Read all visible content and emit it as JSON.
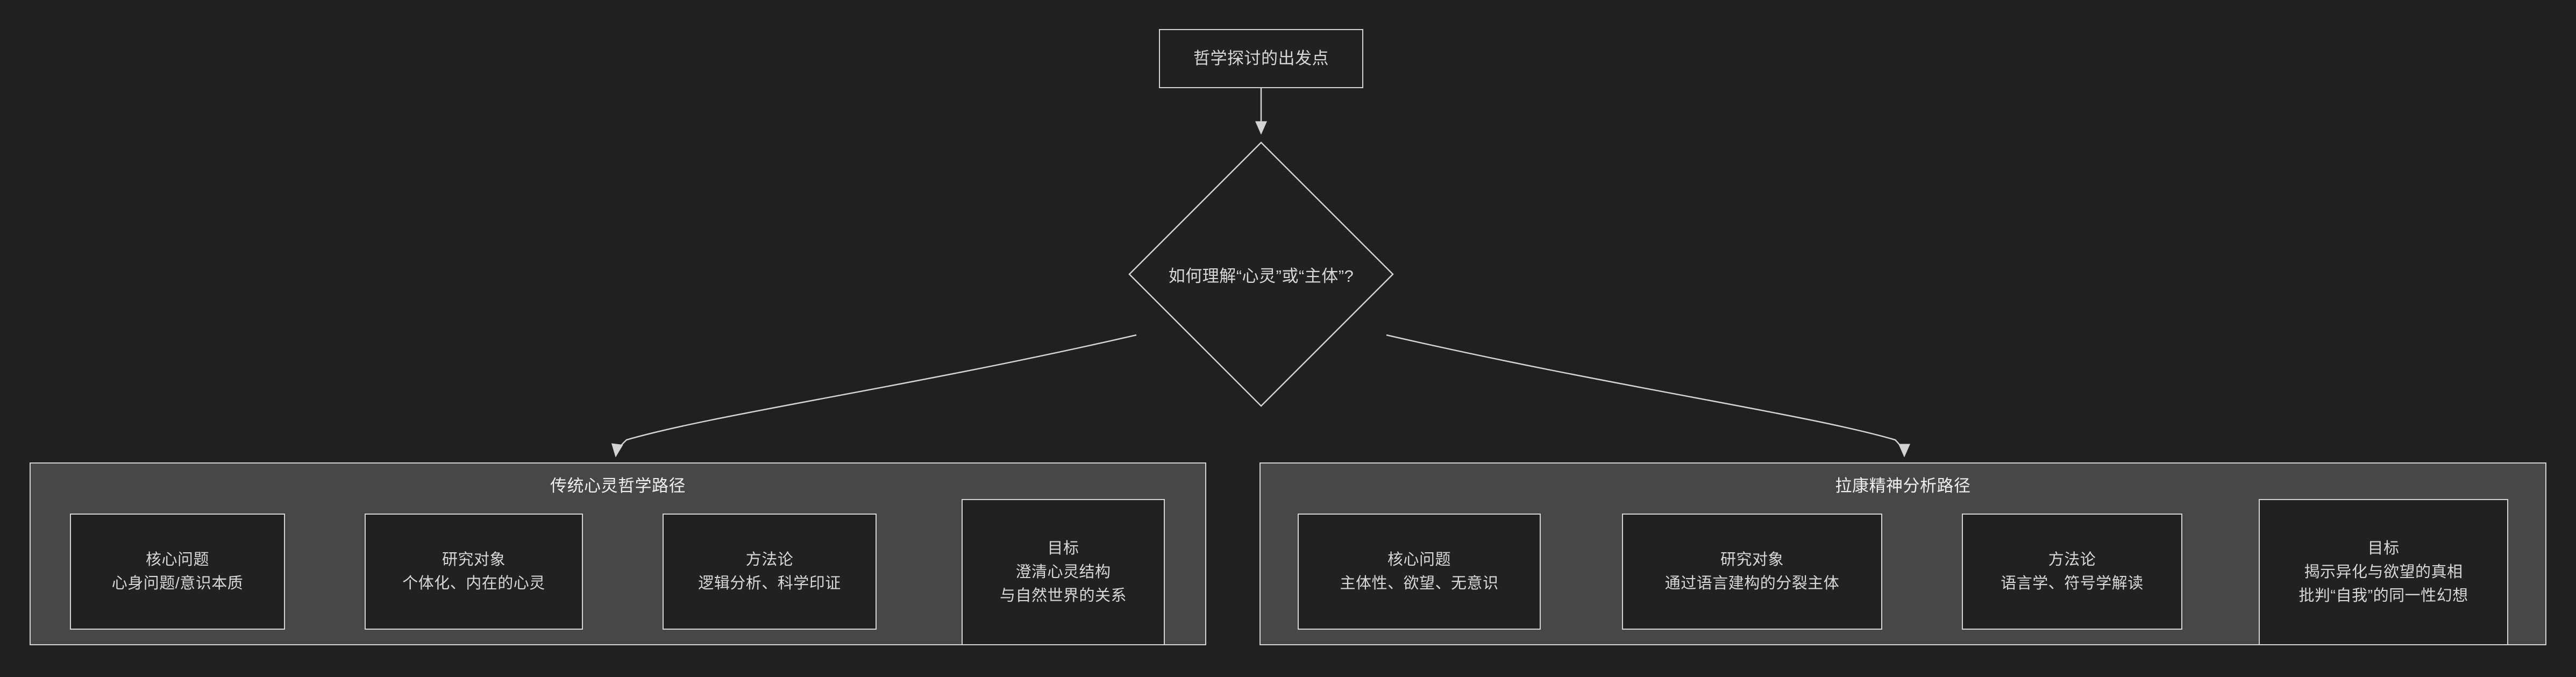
{
  "diagram": {
    "title_text": "哲学探讨的出发点",
    "background_color": "#202020",
    "node_fill_color": "#212121",
    "cluster_fill_color": "#474747",
    "stroke_color": "#d3d3d3",
    "text_color": "#d8d8d8"
  },
  "root": {
    "label": "哲学探讨的出发点"
  },
  "decision": {
    "label": "如何理解“心灵”或“主体”?"
  },
  "clusters": [
    {
      "id": "traditional",
      "title": "传统心灵哲学路径",
      "nodes": [
        {
          "heading": "核心问题",
          "lines": [
            "心身问题/意识本质"
          ]
        },
        {
          "heading": "研究对象",
          "lines": [
            "个体化、内在的心灵"
          ]
        },
        {
          "heading": "方法论",
          "lines": [
            "逻辑分析、科学印证"
          ]
        },
        {
          "heading": "目标",
          "lines": [
            "澄清心灵结构",
            "与自然世界的关系"
          ]
        }
      ]
    },
    {
      "id": "lacanian",
      "title": "拉康精神分析路径",
      "nodes": [
        {
          "heading": "核心问题",
          "lines": [
            "主体性、欲望、无意识"
          ]
        },
        {
          "heading": "研究对象",
          "lines": [
            "通过语言建构的分裂主体"
          ]
        },
        {
          "heading": "方法论",
          "lines": [
            "语言学、符号学解读"
          ]
        },
        {
          "heading": "目标",
          "lines": [
            "揭示异化与欲望的真相",
            "批判“自我”的同一性幻想"
          ]
        }
      ]
    }
  ]
}
